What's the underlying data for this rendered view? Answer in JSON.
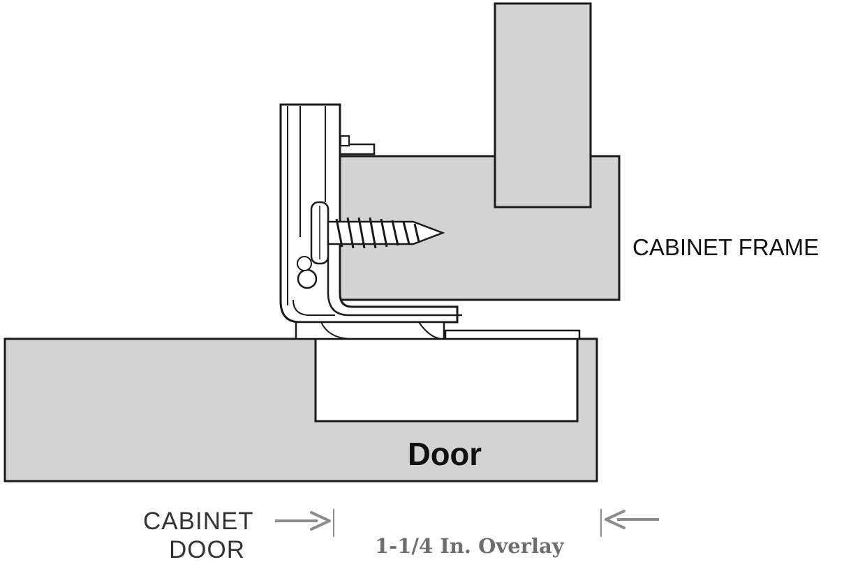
{
  "labels": {
    "cabinet_frame": "CABINET FRAME",
    "door": "Door",
    "cabinet_door_line1": "CABINET",
    "cabinet_door_line2": "DOOR",
    "overlay": "1-1/4 In. Overlay"
  },
  "colors": {
    "panel_fill": "#d3d3d3",
    "outline": "#1a1a1a",
    "arrow": "#8c8c8c",
    "overlay_text": "#6e6e6e",
    "background": "#ffffff"
  }
}
